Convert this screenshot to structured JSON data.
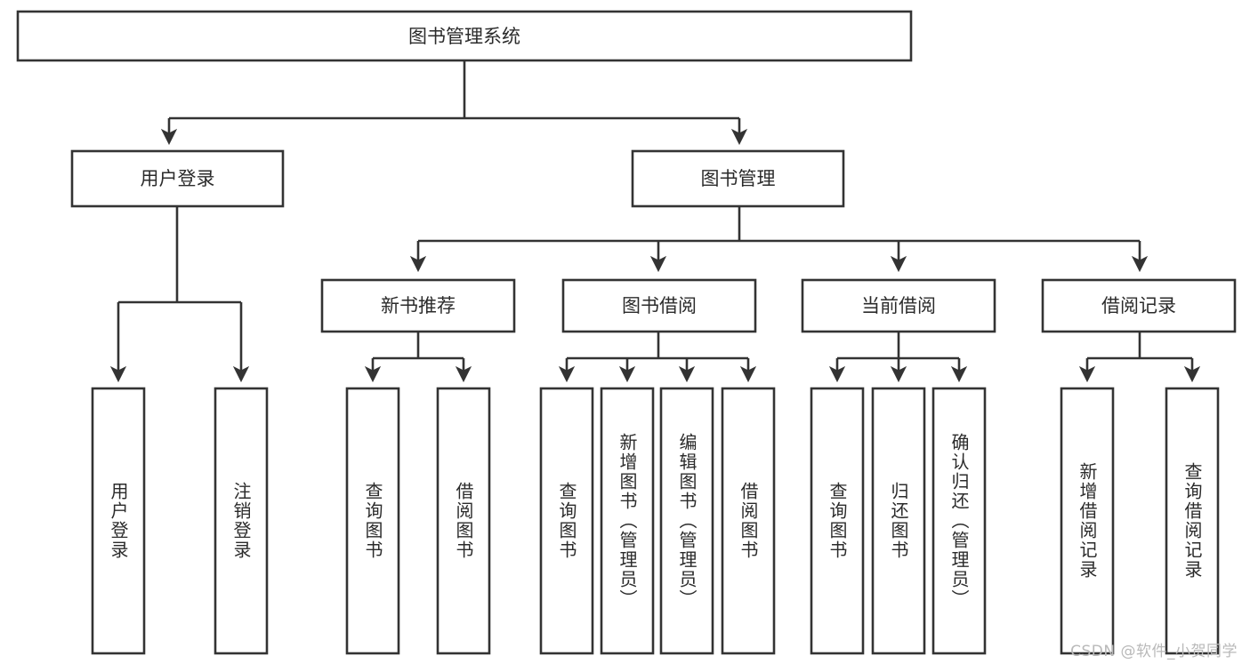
{
  "diagram": {
    "title": "图书管理系统",
    "type": "tree-hierarchy-diagram",
    "colors": {
      "box_stroke": "#333333",
      "box_fill": "#ffffff",
      "connector": "#333333",
      "text": "#2b2b2b",
      "watermark": "#b9b9b9",
      "background": "#ffffff"
    },
    "root": {
      "label": "图书管理系统"
    },
    "level2": [
      {
        "label": "用户登录"
      },
      {
        "label": "图书管理"
      }
    ],
    "level3": [
      {
        "label": "新书推荐"
      },
      {
        "label": "图书借阅"
      },
      {
        "label": "当前借阅"
      },
      {
        "label": "借阅记录"
      }
    ],
    "leaves": {
      "user_login": [
        {
          "label": "用户登录"
        },
        {
          "label": "注销登录"
        }
      ],
      "new_book_recommend": [
        {
          "label": "查询图书"
        },
        {
          "label": "借阅图书"
        }
      ],
      "book_borrow": [
        {
          "label": "查询图书"
        },
        {
          "label": "新增图书（管理员）"
        },
        {
          "label": "编辑图书（管理员）"
        },
        {
          "label": "借阅图书"
        }
      ],
      "current_borrow": [
        {
          "label": "查询图书"
        },
        {
          "label": "归还图书"
        },
        {
          "label": "确认归还（管理员）"
        }
      ],
      "borrow_record": [
        {
          "label": "新增借阅记录"
        },
        {
          "label": "查询借阅记录"
        }
      ]
    }
  },
  "watermark": {
    "text": "CSDN @软件_小贺同学"
  }
}
